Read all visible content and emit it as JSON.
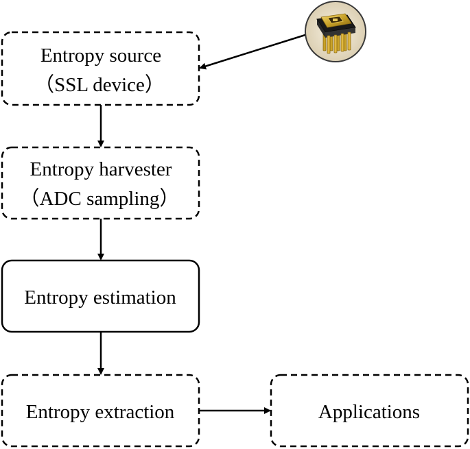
{
  "diagram": {
    "nodes": {
      "entropy_source": {
        "line1": "Entropy source",
        "line2": "（SSL device）",
        "style": "dashed"
      },
      "entropy_harvester": {
        "line1": "Entropy harvester",
        "line2": "（ADC sampling）",
        "style": "dashed"
      },
      "entropy_estimation": {
        "line1": "Entropy estimation",
        "style": "solid"
      },
      "entropy_extraction": {
        "line1": "Entropy extraction",
        "style": "dashed"
      },
      "applications": {
        "line1": "Applications",
        "style": "dashed"
      }
    },
    "edges": [
      {
        "from": "chip_image",
        "to": "entropy_source"
      },
      {
        "from": "entropy_source",
        "to": "entropy_harvester"
      },
      {
        "from": "entropy_harvester",
        "to": "entropy_estimation"
      },
      {
        "from": "entropy_estimation",
        "to": "entropy_extraction"
      },
      {
        "from": "entropy_extraction",
        "to": "applications"
      }
    ],
    "chip_image": {
      "icon": "dip-chip-icon",
      "colors": {
        "circle_fill": "#efe6d2",
        "circle_stroke": "#3a3a3a",
        "gold": "#c9a227",
        "gold_light": "#e8c95a",
        "gold_dark": "#8a6a12",
        "body": "#1a1a1a"
      }
    },
    "colors": {
      "stroke": "#000000",
      "background": "#ffffff"
    }
  }
}
